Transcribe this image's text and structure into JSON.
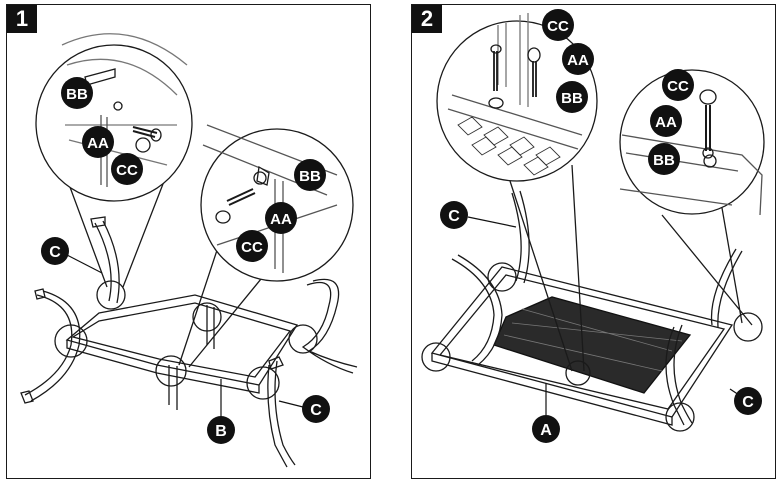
{
  "panels": [
    {
      "step": "1",
      "callouts": {
        "left": {
          "bb": "BB",
          "aa": "AA",
          "cc": "CC"
        },
        "right": {
          "bb": "BB",
          "aa": "AA",
          "cc": "CC"
        }
      },
      "parts": {
        "c_top": "C",
        "c_bottom": "C",
        "b": "B"
      }
    },
    {
      "step": "2",
      "callouts": {
        "left": {
          "cc": "CC",
          "aa": "AA",
          "bb": "BB"
        },
        "right": {
          "cc": "CC",
          "aa": "AA",
          "bb": "BB"
        }
      },
      "parts": {
        "c_top": "C",
        "c_bottom": "C",
        "a": "A"
      }
    }
  ],
  "colors": {
    "ink": "#1a1a1a",
    "badge": "#111111",
    "mesh": "#2a2a2a"
  }
}
